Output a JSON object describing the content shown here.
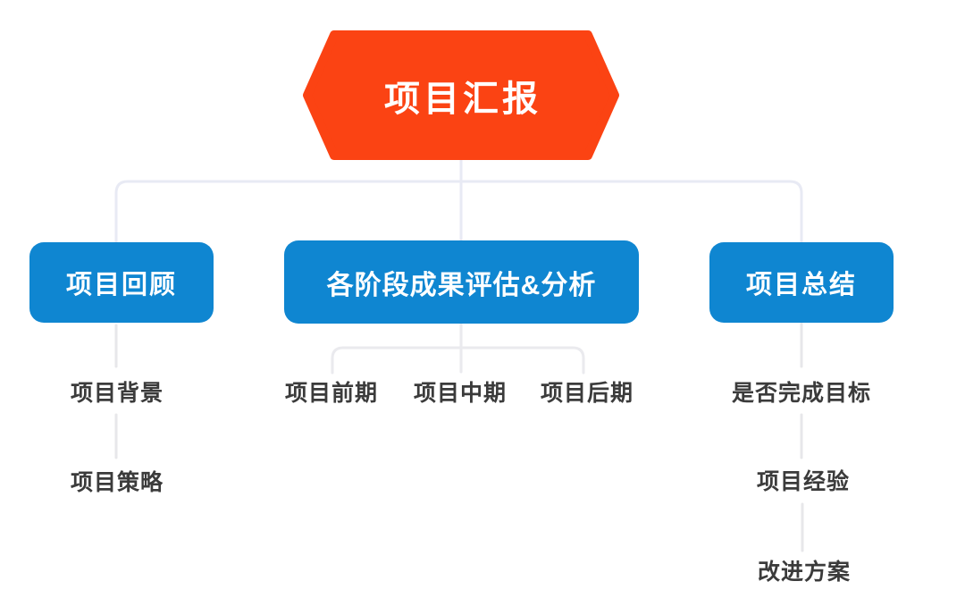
{
  "colors": {
    "root_fill": "#FB4313",
    "branch_fill": "#0F86D1",
    "node_text": "#FFFFFF",
    "leaf_text": "#3B3B3B",
    "connector_tree": "#E8EAF4",
    "connector_stub": "#E7E7EA",
    "background": "#FFFFFF"
  },
  "root": {
    "label": "项目汇报"
  },
  "branches": [
    {
      "label": "项目回顾",
      "children": [
        "项目背景",
        "项目策略"
      ]
    },
    {
      "label": "各阶段成果评估&分析",
      "children": [
        "项目前期",
        "项目中期",
        "项目后期"
      ]
    },
    {
      "label": "项目总结",
      "children": [
        "是否完成目标",
        "项目经验",
        "改进方案"
      ]
    }
  ]
}
